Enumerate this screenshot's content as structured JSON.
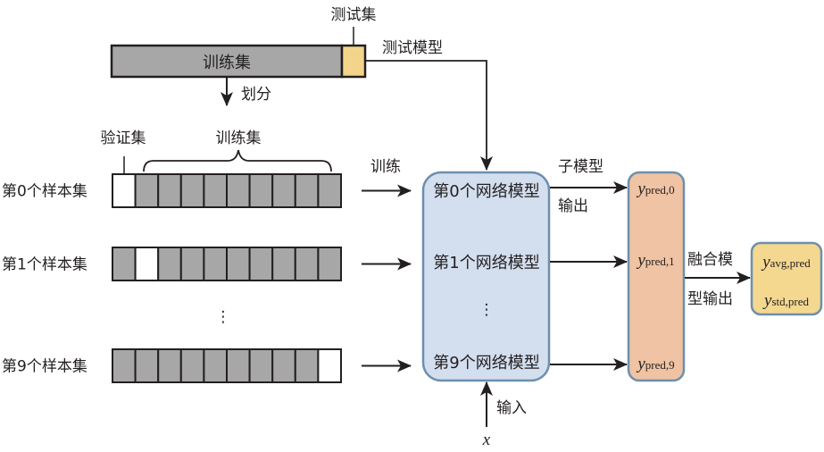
{
  "colors": {
    "train_fill": "#a7a7a7",
    "test_fill": "#f2d58a",
    "validation_fill": "#ffffff",
    "model_box_fill": "#d3deee",
    "model_box_stroke": "#6d8fad",
    "pred_box_fill": "#efc3a3",
    "pred_box_stroke": "#6d8fad",
    "fusion_box_fill": "#f4d890",
    "fusion_box_stroke": "#6d8fad",
    "line": "#231f20"
  },
  "top": {
    "train_set_label": "训练集",
    "test_set_label": "测试集",
    "test_model_label": "测试模型",
    "split_label": "划分"
  },
  "folds": {
    "validation_label": "验证集",
    "train_label": "训练集",
    "train_arrow_label": "训练",
    "segments_per_set": 10,
    "rows": [
      {
        "label": "第0个样本集",
        "validation_index": 0
      },
      {
        "label": "第1个样本集",
        "validation_index": 1
      },
      {
        "label": "第9个样本集",
        "validation_index": 9
      }
    ],
    "ellipsis": "⋮"
  },
  "models": {
    "items": [
      "第0个网络模型",
      "第1个网络模型",
      "第9个网络模型"
    ],
    "ellipsis": "⋮",
    "input_label": "输入",
    "input_var": "x"
  },
  "submodel_output": {
    "label_top": "子模型",
    "label_bottom": "输出",
    "preds": [
      {
        "var": "y",
        "sub": "pred,0"
      },
      {
        "var": "y",
        "sub": "pred,1"
      },
      {
        "var": "y",
        "sub": "pred,9"
      }
    ]
  },
  "fusion": {
    "label_top": "融合模",
    "label_bottom": "型输出",
    "outputs": [
      {
        "var": "y",
        "sub": "avg,pred"
      },
      {
        "var": "y",
        "sub": "std,pred"
      }
    ]
  }
}
